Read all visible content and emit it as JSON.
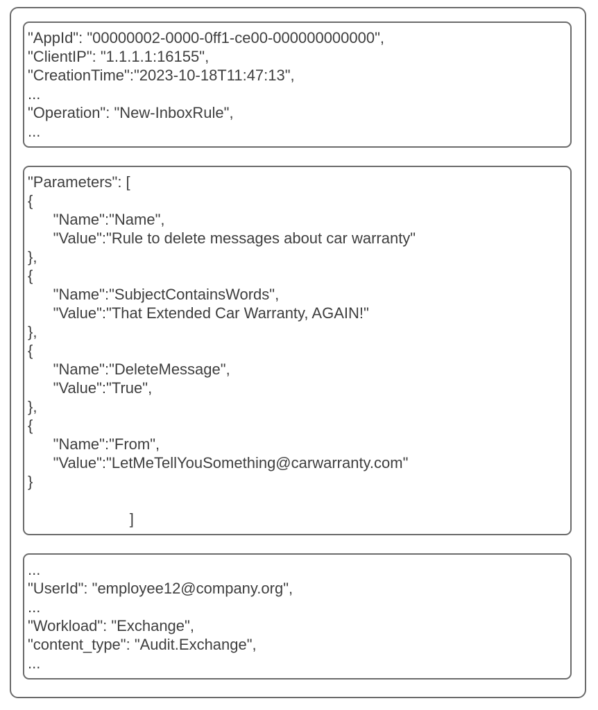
{
  "page": {
    "background": "#ffffff",
    "border_color": "#6a6a6a",
    "text_color": "#3e3e3e"
  },
  "boxes": [
    {
      "id": "audit-record-header",
      "lines": [
        "\"AppId\": \"00000002-0000-0ff1-ce00-000000000000\",",
        "\"ClientIP\": \"1.1.1.1:16155\",",
        "\"CreationTime\":\"2023-10-18T11:47:13\",",
        "...",
        "\"Operation\": \"New-InboxRule\",",
        "..."
      ]
    },
    {
      "id": "parameters-block",
      "lines": [
        "\"Parameters\": [",
        "{",
        "      \"Name\":\"Name\",",
        "      \"Value\":\"Rule to delete messages about car warranty\"",
        "},",
        "{",
        "      \"Name\":\"SubjectContainsWords\",",
        "      \"Value\":\"That Extended Car Warranty, AGAIN!\"",
        "},",
        "{",
        "      \"Name\":\"DeleteMessage\",",
        "      \"Value\":\"True\",",
        "},",
        "{",
        "      \"Name\":\"From\",",
        "      \"Value\":\"LetMeTellYouSomething@carwarranty.com\"",
        "}",
        "",
        "                        ]"
      ]
    },
    {
      "id": "audit-record-footer",
      "lines": [
        "...",
        "\"UserId\": \"employee12@company.org\",",
        "...",
        "\"Workload\": \"Exchange\",",
        "\"content_type\": \"Audit.Exchange\",",
        "..."
      ]
    }
  ]
}
